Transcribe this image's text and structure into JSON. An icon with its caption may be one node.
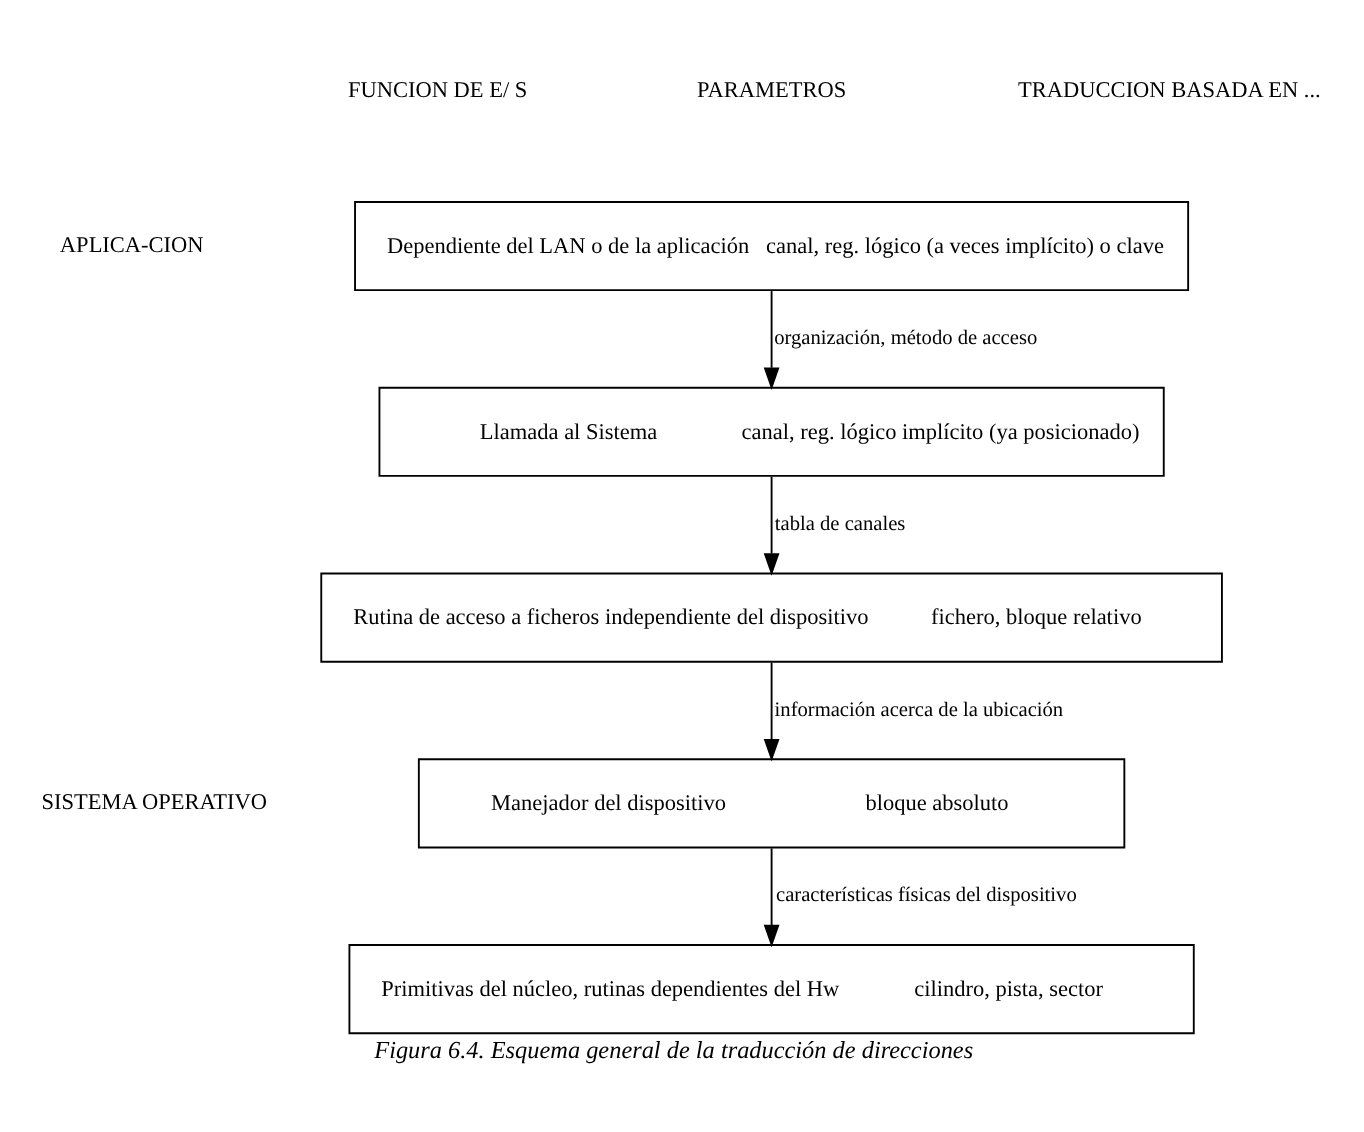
{
  "diagram": {
    "caption": "Figura 6.4. Esquema general de la traducción de direcciones",
    "nodes": [
      {
        "text": [
          "Dependiente del LAN o de la aplicación",
          "canal, reg. lógico (a veces implícito) o clave"
        ]
      },
      {
        "text": [
          "Llamada al Sistema",
          "canal, reg. lógico implícito (ya posicionado)"
        ]
      },
      {
        "text": [
          "Rutina de acceso a ficheros independiente del dispositivo",
          "fichero, bloque relativo"
        ]
      },
      {
        "text": [
          "Manejador del dispositivo",
          "bloque absoluto"
        ]
      },
      {
        "text": [
          "Primitivas del núcleo, rutinas dependientes del Hw",
          "cilindro, pista, sector"
        ]
      }
    ],
    "edges": [
      {
        "from": 0,
        "to": 1,
        "arrow": "to",
        "label": "organización, método de acceso"
      },
      {
        "from": 1,
        "to": 2,
        "arrow": "to",
        "label": "tabla de canales"
      },
      {
        "from": 2,
        "to": 3,
        "arrow": "to",
        "label": "información acerca de la ubicación"
      },
      {
        "from": 3,
        "to": 4,
        "arrow": "to",
        "label": "características físicas del dispositivo"
      }
    ],
    "labels": [
      "FUNCION DE E/ S",
      "PARAMETROS",
      "TRADUCCION BASADA EN ...",
      "APLICA-CION",
      "SISTEMA OPERATIVO"
    ]
  }
}
